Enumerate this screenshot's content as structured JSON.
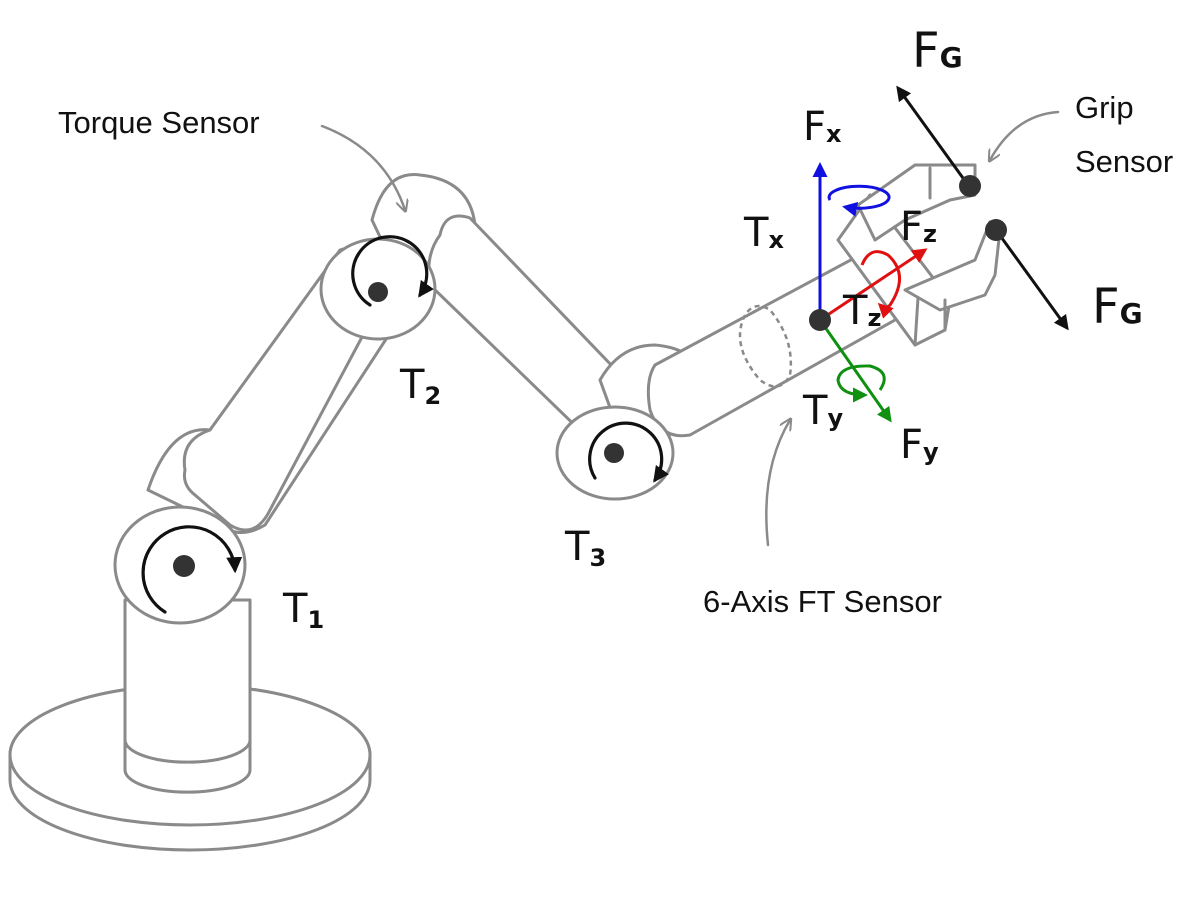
{
  "diagram": {
    "type": "robot-arm-force-torque-sensing",
    "callouts": {
      "torque_sensor": "Torque Sensor",
      "grip_sensor_line1": "Grip",
      "grip_sensor_line2": "Sensor",
      "ft_sensor": "6-Axis FT Sensor"
    },
    "joint_torques": [
      {
        "main": "T",
        "sub": "1"
      },
      {
        "main": "T",
        "sub": "2"
      },
      {
        "main": "T",
        "sub": "3"
      }
    ],
    "ft_axes": {
      "fx": {
        "main": "F",
        "sub": "x",
        "color": "#1010e0"
      },
      "fy": {
        "main": "F",
        "sub": "y",
        "color": "#109010"
      },
      "fz": {
        "main": "F",
        "sub": "z",
        "color": "#e01010"
      },
      "tx": {
        "main": "T",
        "sub": "x",
        "color": "#1010e0"
      },
      "ty": {
        "main": "T",
        "sub": "y",
        "color": "#109010"
      },
      "tz": {
        "main": "T",
        "sub": "z",
        "color": "#e01010"
      }
    },
    "grip_forces": [
      {
        "main": "F",
        "sub": "G"
      },
      {
        "main": "F",
        "sub": "G"
      }
    ],
    "colors": {
      "outline": "#8a8a8a",
      "arrow_black": "#111111",
      "dot": "#333333"
    }
  }
}
